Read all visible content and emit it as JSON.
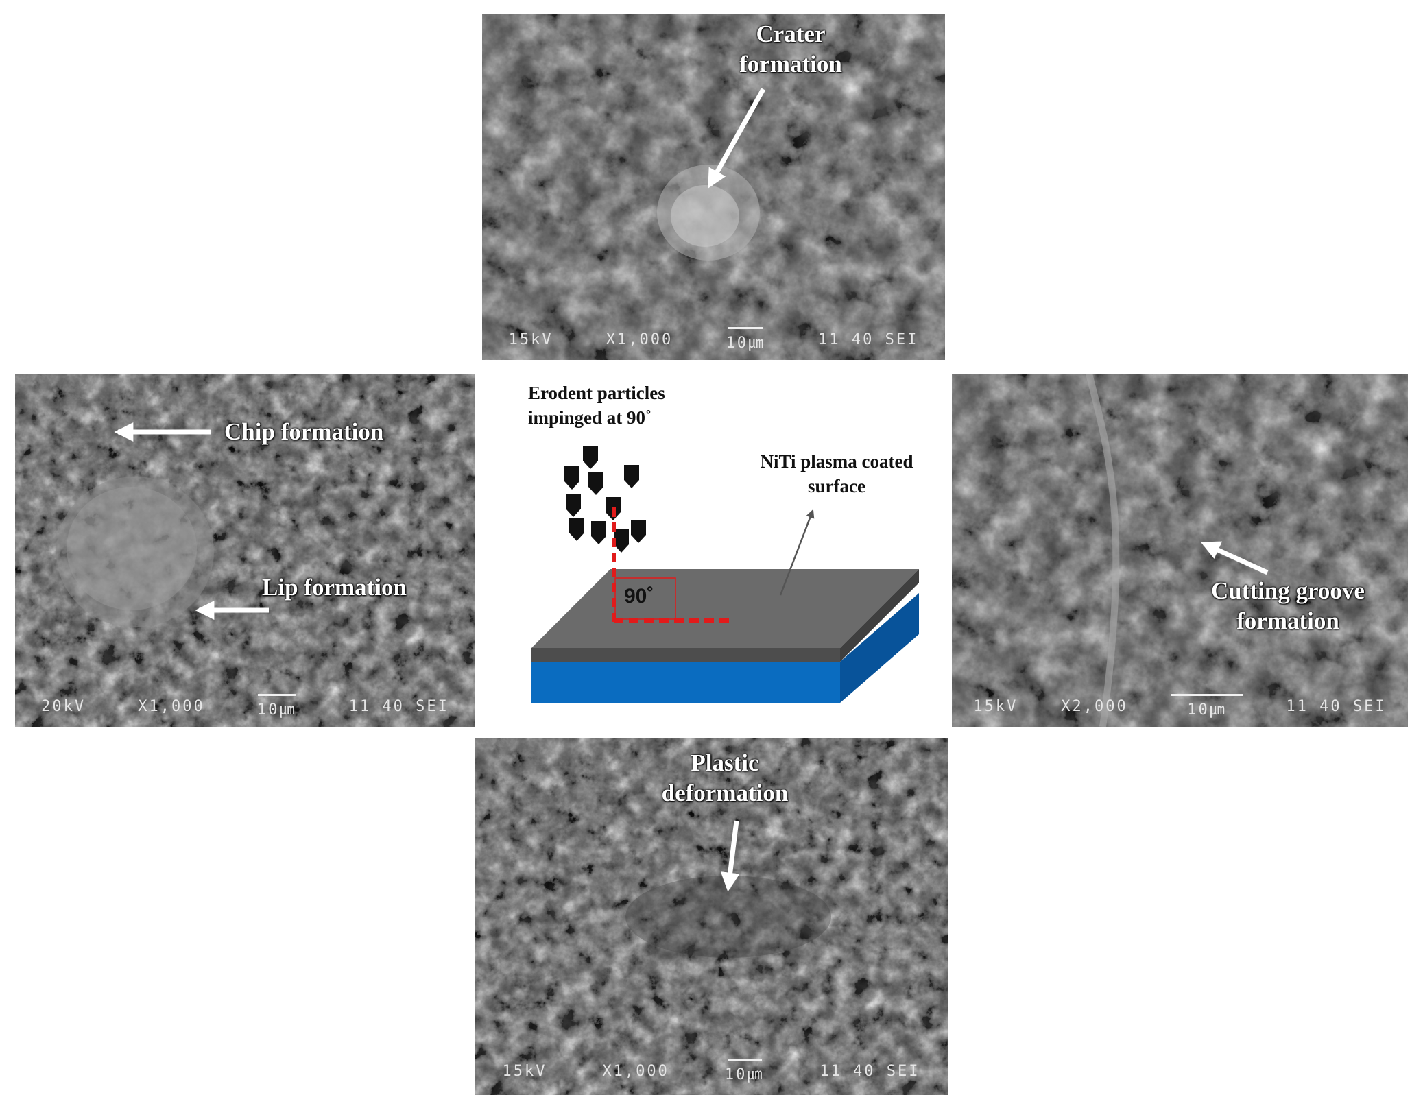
{
  "panels": {
    "top": {
      "label_lines": [
        "Crater",
        "formation"
      ],
      "footer": [
        "15kV",
        "X1,000",
        "10㎛",
        "11 40 SEI"
      ]
    },
    "left": {
      "labels": [
        "Chip formation",
        "Lip formation"
      ],
      "footer": [
        "20kV",
        "X1,000",
        "10㎛",
        "11 40 SEI"
      ]
    },
    "right": {
      "label_lines": [
        "Cutting groove",
        "formation"
      ],
      "footer": [
        "15kV",
        "X2,000",
        "10㎛",
        "11 40 SEI"
      ]
    },
    "bottom": {
      "label_lines": [
        "Plastic",
        "deformation"
      ],
      "footer": [
        "15kV",
        "X1,000",
        "10㎛",
        "11 40 SEI"
      ]
    }
  },
  "diagram": {
    "particles_lines": [
      "Erodent particles",
      "impinged at 90˚"
    ],
    "surface_lines": [
      "NiTi plasma coated",
      "surface"
    ],
    "angle": "90˚"
  },
  "colors": {
    "coating": "#6b6b6b",
    "substrate": "#0a6cc0",
    "angle_line": "#e11b1b"
  }
}
